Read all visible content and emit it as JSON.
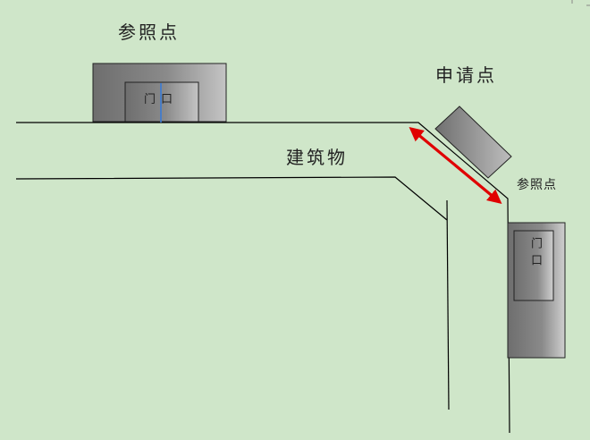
{
  "labels": {
    "reference_point_top": "参照点",
    "application_point": "申请点",
    "building": "建筑物",
    "reference_point_right": "参照点",
    "door_top": "门口",
    "door_right": "门口"
  },
  "colors": {
    "background": "#cfe6c9",
    "building_fill": "#7a7a7a",
    "road_line": "#000000",
    "arrow": "#e00000",
    "divider": "#3a7bd5"
  }
}
